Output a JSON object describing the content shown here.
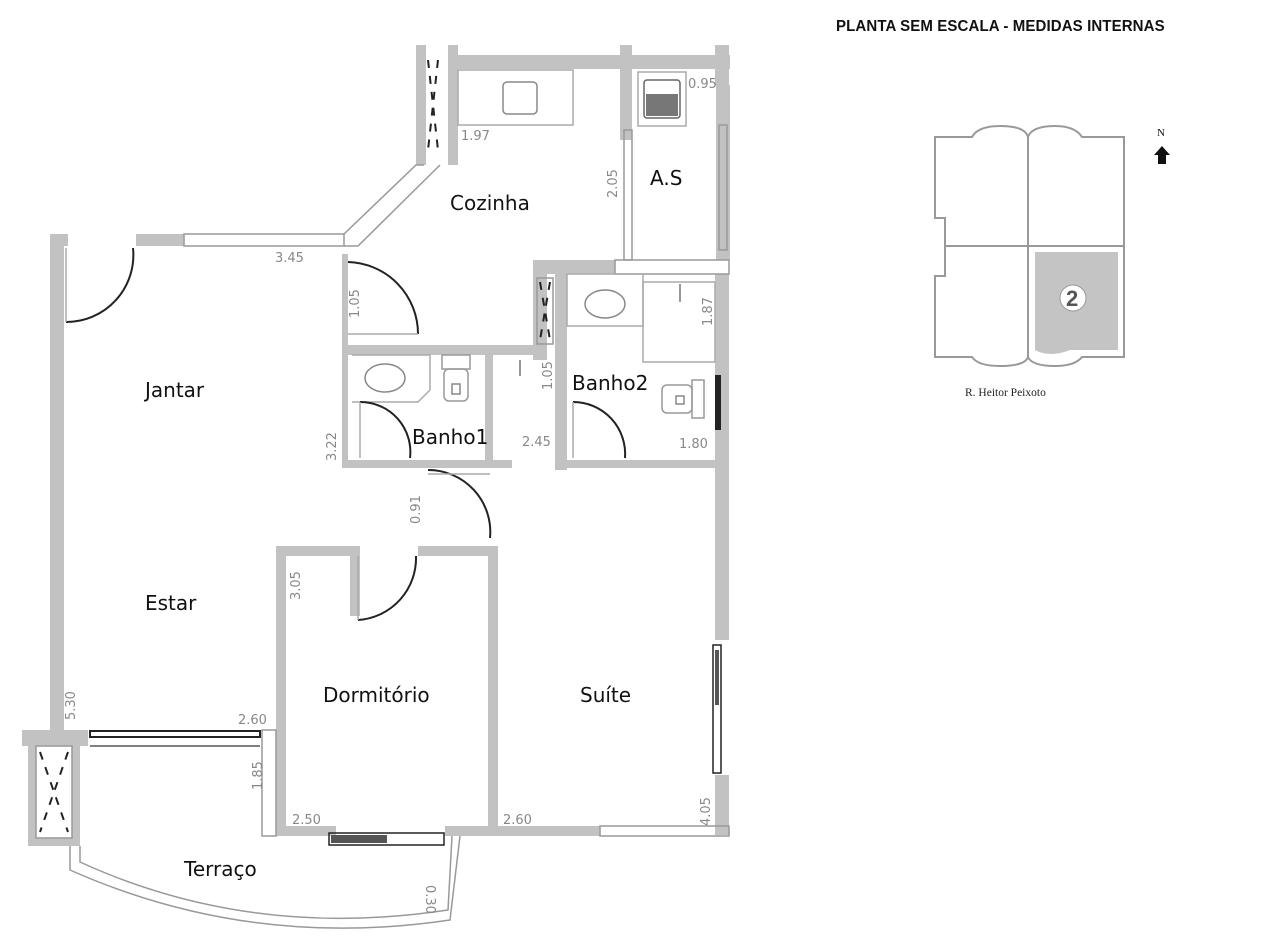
{
  "header": {
    "title": "PLANTA SEM ESCALA - MEDIDAS INTERNAS"
  },
  "colors": {
    "wall": "#c2c2c2",
    "line": "#111111",
    "dim_text": "#888888",
    "highlight_unit": "#c4c4c4"
  },
  "rooms": [
    {
      "id": "cozinha",
      "label": "Cozinha"
    },
    {
      "id": "as",
      "label": "A.S"
    },
    {
      "id": "jantar",
      "label": "Jantar"
    },
    {
      "id": "banho1",
      "label": "Banho1"
    },
    {
      "id": "banho2",
      "label": "Banho2"
    },
    {
      "id": "estar",
      "label": "Estar"
    },
    {
      "id": "dormitorio",
      "label": "Dormitório"
    },
    {
      "id": "suite",
      "label": "Suíte"
    },
    {
      "id": "terraco",
      "label": "Terraço"
    }
  ],
  "dimensions": {
    "cozinha_width": "1.97",
    "as_width": "0.95",
    "as_depth": "2.05",
    "jantar_width": "3.45",
    "hall_door": "1.05",
    "banho1_depth": "1.05",
    "banho2_depth": "1.87",
    "jantar_depth": "3.22",
    "banho1_width": "2.45",
    "banho2_width": "1.80",
    "corridor_door": "0.91",
    "dormitorio_depth": "3.05",
    "estar_depth": "5.30",
    "estar_width": "2.60",
    "terraco_depth": "1.85",
    "dormitorio_width": "2.50",
    "suite_width": "2.60",
    "suite_depth": "4.05",
    "terraco_offset": "0.30"
  },
  "key_plan": {
    "unit_number": "2",
    "street": "R. Heitor Peixoto",
    "north_label": "N"
  }
}
